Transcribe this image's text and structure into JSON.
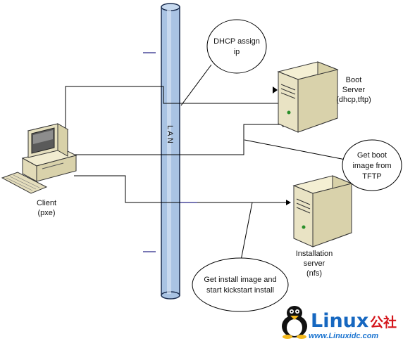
{
  "diagram": {
    "lan_label": "L A N",
    "bubbles": {
      "dhcp": [
        "DHCP assign",
        "ip"
      ],
      "boot": [
        "Get boot",
        "image from",
        "TFTP"
      ],
      "install": [
        "Get install image and",
        "start kickstart install"
      ]
    },
    "nodes": {
      "boot_server": [
        "Boot",
        "Server",
        "(dhcp,tftp)"
      ],
      "installation_server": [
        "Installation",
        "server",
        "(nfs)"
      ],
      "client": [
        "Client",
        "(pxe)"
      ]
    },
    "watermark": {
      "brand": "Linux",
      "brand_cn": "公社",
      "url": "www.Linuxidc.com"
    },
    "colors": {
      "pipe_fill": "#a9c3e3",
      "pipe_stroke": "#1b2d4f",
      "tick": "#4b4a9c",
      "logo_blue": "#1667c0",
      "logo_red": "#d4151b",
      "url_blue": "#1b74d0"
    }
  }
}
